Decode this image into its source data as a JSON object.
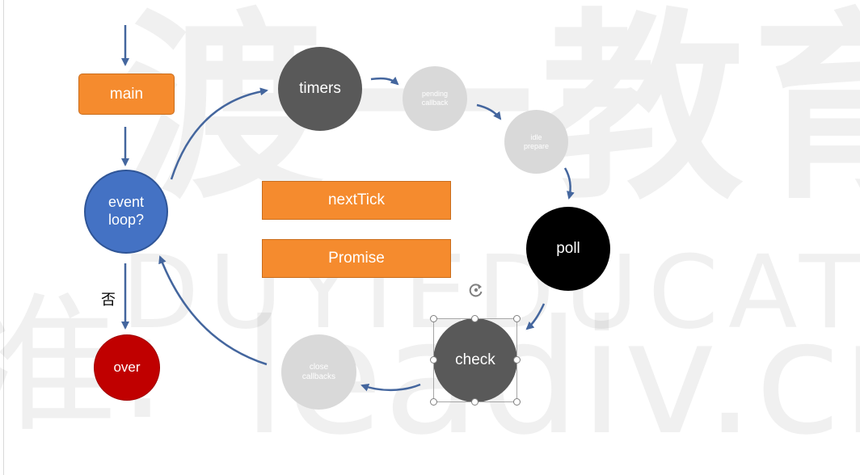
{
  "watermark": {
    "cn": "渡一教育",
    "en": "DUYIEDUCATION",
    "url": "leadiv.cn",
    "left": "准:"
  },
  "nodes": {
    "main": "main",
    "event_loop_line1": "event",
    "event_loop_line2": "loop?",
    "no_label": "否",
    "over": "over",
    "timers": "timers",
    "pending_line1": "pending",
    "pending_line2": "callback",
    "idle_line1": "idle",
    "idle_line2": "prepare",
    "poll": "poll",
    "check": "check",
    "close_line1": "close",
    "close_line2": "callbacks",
    "nexttick": "nextTick",
    "promise": "Promise"
  },
  "colors": {
    "arrow": "#44669e",
    "orange": "#f58b2e",
    "blue": "#4472c4",
    "red": "#c00000",
    "dark_gray": "#595959",
    "light_gray": "#d9d9d9",
    "black": "#000000"
  },
  "icons": {
    "rotate_handle": "rotate-icon"
  }
}
